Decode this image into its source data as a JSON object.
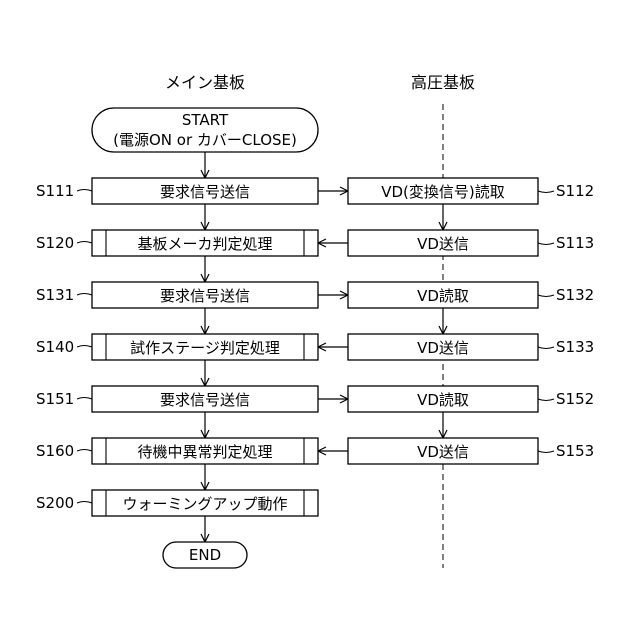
{
  "headers": {
    "main": "メイン基板",
    "high_voltage": "高圧基板"
  },
  "start": {
    "line1": "START",
    "line2": "(電源ON or カバーCLOSE)"
  },
  "end": "END",
  "steps": [
    {
      "id": "S111",
      "text": "要求信号送信",
      "side": "main",
      "kind": "process"
    },
    {
      "id": "S112",
      "text": "VD(変換信号)読取",
      "side": "hv",
      "kind": "process"
    },
    {
      "id": "S120",
      "text": "基板メーカ判定処理",
      "side": "main",
      "kind": "subroutine"
    },
    {
      "id": "S113",
      "text": "VD送信",
      "side": "hv",
      "kind": "process"
    },
    {
      "id": "S131",
      "text": "要求信号送信",
      "side": "main",
      "kind": "process"
    },
    {
      "id": "S132",
      "text": "VD読取",
      "side": "hv",
      "kind": "process"
    },
    {
      "id": "S140",
      "text": "試作ステージ判定処理",
      "side": "main",
      "kind": "subroutine"
    },
    {
      "id": "S133",
      "text": "VD送信",
      "side": "hv",
      "kind": "process"
    },
    {
      "id": "S151",
      "text": "要求信号送信",
      "side": "main",
      "kind": "process"
    },
    {
      "id": "S152",
      "text": "VD読取",
      "side": "hv",
      "kind": "process"
    },
    {
      "id": "S160",
      "text": "待機中異常判定処理",
      "side": "main",
      "kind": "subroutine"
    },
    {
      "id": "S153",
      "text": "VD送信",
      "side": "hv",
      "kind": "process"
    },
    {
      "id": "S200",
      "text": "ウォーミングアップ動作",
      "side": "main",
      "kind": "subroutine"
    }
  ]
}
